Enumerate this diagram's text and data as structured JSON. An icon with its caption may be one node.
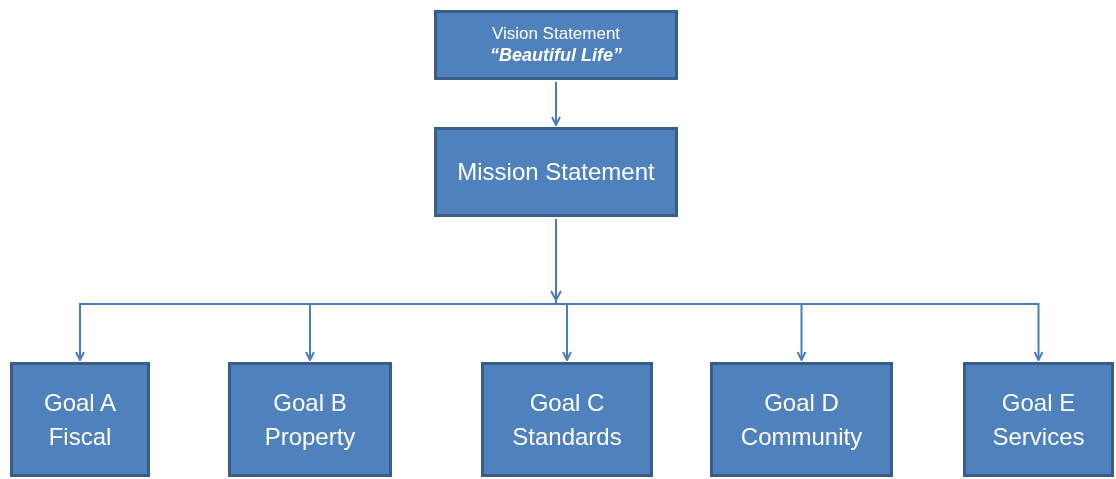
{
  "diagram": {
    "nodes": [
      {
        "text": [
          "Vision Statement",
          "“Beautiful Life”"
        ]
      },
      {
        "text": [
          "Mission Statement"
        ]
      },
      {
        "text": [
          "Goal A Fiscal"
        ]
      },
      {
        "text": [
          "Goal B Property"
        ]
      },
      {
        "text": [
          "Goal C Standards"
        ]
      },
      {
        "text": [
          "Goal D Community"
        ]
      },
      {
        "text": [
          "Goal E Services"
        ]
      }
    ],
    "edges": [
      {
        "from": 0,
        "to": 1,
        "arrow": "to"
      },
      {
        "from": 1,
        "to": 2,
        "arrow": "to"
      },
      {
        "from": 1,
        "to": 3,
        "arrow": "to"
      },
      {
        "from": 1,
        "to": 4,
        "arrow": "to"
      },
      {
        "from": 1,
        "to": 5,
        "arrow": "to"
      },
      {
        "from": 1,
        "to": 6,
        "arrow": "to"
      }
    ]
  }
}
